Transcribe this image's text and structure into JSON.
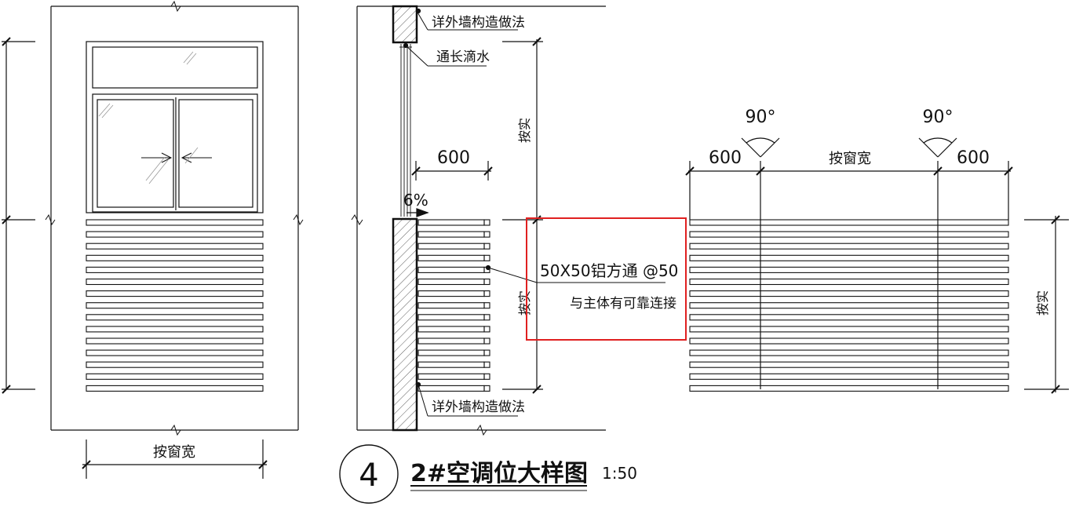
{
  "labels": {
    "wall_detail_top": "详外墙构造做法",
    "drip": "通长滴水",
    "wall_detail_bottom": "详外墙构造做法",
    "slope": "6%",
    "dim_600_section": "600",
    "by_actual_upper": "按实",
    "by_actual_lower": "按实",
    "by_actual_right": "按实",
    "angle_left": "90°",
    "angle_right": "90°",
    "dim_600_left": "600",
    "dim_600_right": "600",
    "by_window_width_plan": "按窗宽",
    "by_window_width_elevation": "按窗宽"
  },
  "callout": {
    "line1": "50X50铝方通 @50",
    "line2": "与主体有可靠连接",
    "highlight_color": "#e02020"
  },
  "title": {
    "number": "4",
    "name": "2#空调位大样图",
    "scale": "1:50"
  }
}
